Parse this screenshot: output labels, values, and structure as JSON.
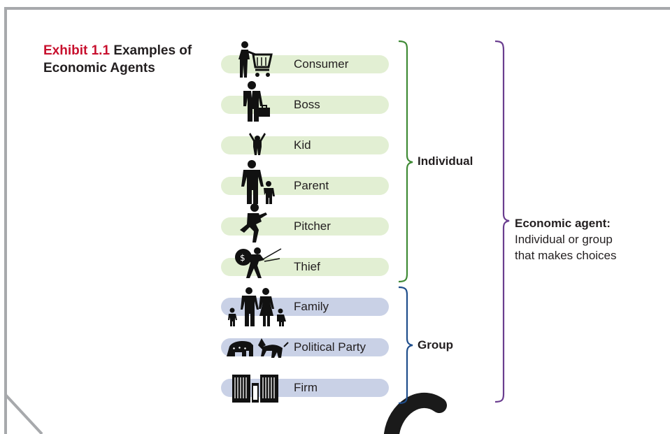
{
  "title": {
    "exhibit": "Exhibit 1.1",
    "rest": "Examples of Economic Agents"
  },
  "agents": [
    {
      "label": "Consumer",
      "group": "individual",
      "icon": "shopping-cart-person-icon"
    },
    {
      "label": "Boss",
      "group": "individual",
      "icon": "businessman-briefcase-icon"
    },
    {
      "label": "Kid",
      "group": "individual",
      "icon": "child-icon"
    },
    {
      "label": "Parent",
      "group": "individual",
      "icon": "parent-with-child-icon"
    },
    {
      "label": "Pitcher",
      "group": "individual",
      "icon": "baseball-pitcher-icon"
    },
    {
      "label": "Thief",
      "group": "individual",
      "icon": "thief-with-sack-icon"
    },
    {
      "label": "Family",
      "group": "group",
      "icon": "family-icon"
    },
    {
      "label": "Political Party",
      "group": "group",
      "icon": "elephant-donkey-icon"
    },
    {
      "label": "Firm",
      "group": "group",
      "icon": "factory-building-icon"
    }
  ],
  "braces": {
    "individual": "Individual",
    "group": "Group",
    "agent_title": "Economic agent:",
    "agent_desc_1": "Individual or group",
    "agent_desc_2": "that makes choices"
  },
  "colors": {
    "individual_fill": "#e2efd3",
    "group_fill": "#c9d1e6",
    "individual_brace": "#3f8a35",
    "group_brace": "#1f4e8c",
    "agent_brace": "#6a3d8f",
    "exhibit_red": "#c8102e"
  }
}
